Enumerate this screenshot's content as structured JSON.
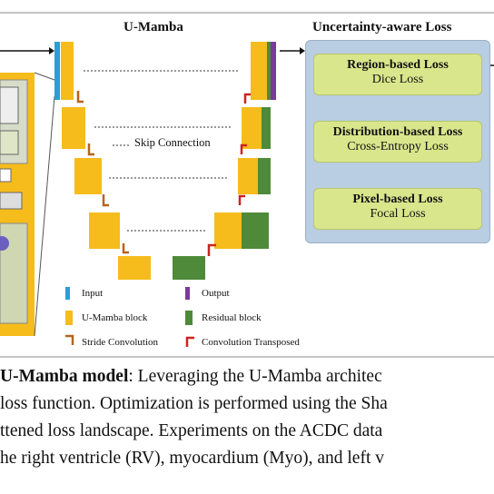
{
  "diagram": {
    "umamba_title": "U-Mamba",
    "loss_title": "Uncertainty-aware Loss",
    "skip_connection_label": "Skip Connection",
    "losses": [
      {
        "title": "Region-based Loss",
        "name": "Dice Loss"
      },
      {
        "title": "Distribution-based Loss",
        "name": "Cross-Entropy Loss"
      },
      {
        "title": "Pixel-based Loss",
        "name": "Focal  Loss"
      }
    ],
    "legend": {
      "input": "Input",
      "output": "Output",
      "umamba_block": "U-Mamba block",
      "residual_block": "Residual block",
      "stride_conv": "Stride Convolution",
      "conv_transposed": "Convolution Transposed"
    },
    "colors": {
      "umamba_block": "#f5bc1c",
      "residual_block": "#4e8a3a",
      "input": "#2a9fd6",
      "output": "#7a3a9a",
      "stride_conv": "#b5651d",
      "conv_transposed": "#cc2222",
      "loss_panel": "#b9cde3",
      "loss_box": "#d9e68c"
    }
  },
  "caption": {
    "line1_bold": "U-Mamba model",
    "line1_rest": ": Leveraging the U-Mamba architec",
    "line2": "loss function. Optimization is performed using the Sha",
    "line3": "ttened loss landscape. Experiments on the ACDC data",
    "line4": "he right ventricle (RV), myocardium (Myo), and left v"
  }
}
